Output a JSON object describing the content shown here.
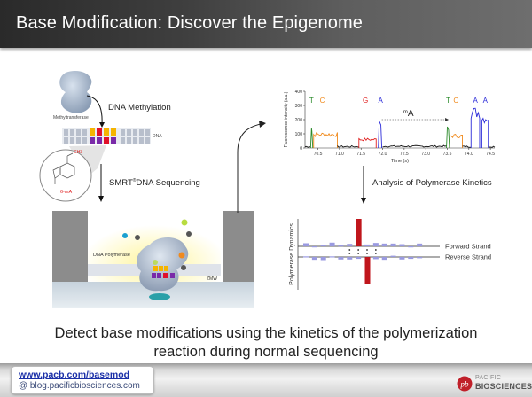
{
  "header": {
    "title": "Base Modification: Discover the Epigenome"
  },
  "left_diagram": {
    "enzyme_label": "Methyltransferase",
    "step1_label": "DNA Methylation",
    "dna_label": "DNA",
    "molecule_group": "CH3",
    "molecule_label": "6-mA",
    "step2_label_prefix": "SMRT",
    "step2_label_sup": "®",
    "step2_label_suffix": "DNA Sequencing",
    "polymerase_label": "DNA Polymerase",
    "zmw_label": "ZMW"
  },
  "trace_plot": {
    "ylabel": "Fluorescence intensity (a.u.)",
    "xlabel": "Time (s)",
    "yticks": [
      "0",
      "100",
      "200",
      "300",
      "400"
    ],
    "xticks": [
      "70.5",
      "71.0",
      "71.5",
      "72.0",
      "72.5",
      "73.0",
      "73.5",
      "74.0",
      "74.5"
    ],
    "bases": [
      {
        "letter": "T",
        "color": "#2a8a2a"
      },
      {
        "letter": "C",
        "color": "#f08a1c"
      },
      {
        "letter": "G",
        "color": "#e02020"
      },
      {
        "letter": "A",
        "color": "#2a2ad8"
      },
      {
        "letter": "T",
        "color": "#2a8a2a"
      },
      {
        "letter": "C",
        "color": "#f08a1c"
      },
      {
        "letter": "A",
        "color": "#2a2ad8"
      },
      {
        "letter": "A",
        "color": "#2a2ad8"
      }
    ],
    "annotation_sup": "m",
    "annotation_base": "A"
  },
  "step3_label": "Analysis of Polymerase Kinetics",
  "kinetics_plot": {
    "ylabel": "Polymerase Dynamics",
    "forward_label": "Forward Strand",
    "reverse_label": "Reverse Strand",
    "forward_values": [
      0.5,
      -0.15,
      0.2,
      0.6,
      0.15,
      0.4,
      3.0,
      0.3,
      0.55,
      0.45,
      0.45,
      0.35,
      -0.1,
      0.45
    ],
    "reverse_values": [
      0.1,
      -0.45,
      -0.5,
      0.1,
      -0.4,
      -0.4,
      -0.3,
      -3.0,
      -0.35,
      -0.45,
      0.2,
      -0.4,
      -0.3,
      -0.2
    ],
    "bar_color": "#9a9ae0",
    "highlight_color": "#c0161c"
  },
  "caption": {
    "line1": "Detect base modifications using the kinetics of the polymerization",
    "line2": "reaction during normal sequencing"
  },
  "footer": {
    "link1": "www.pacb.com/basemod",
    "link2": "@ blog.pacificbiosciences.com",
    "logo_line1": "PACIFIC",
    "logo_line2": "BIOSCIENCES",
    "logo_mark": "®"
  }
}
